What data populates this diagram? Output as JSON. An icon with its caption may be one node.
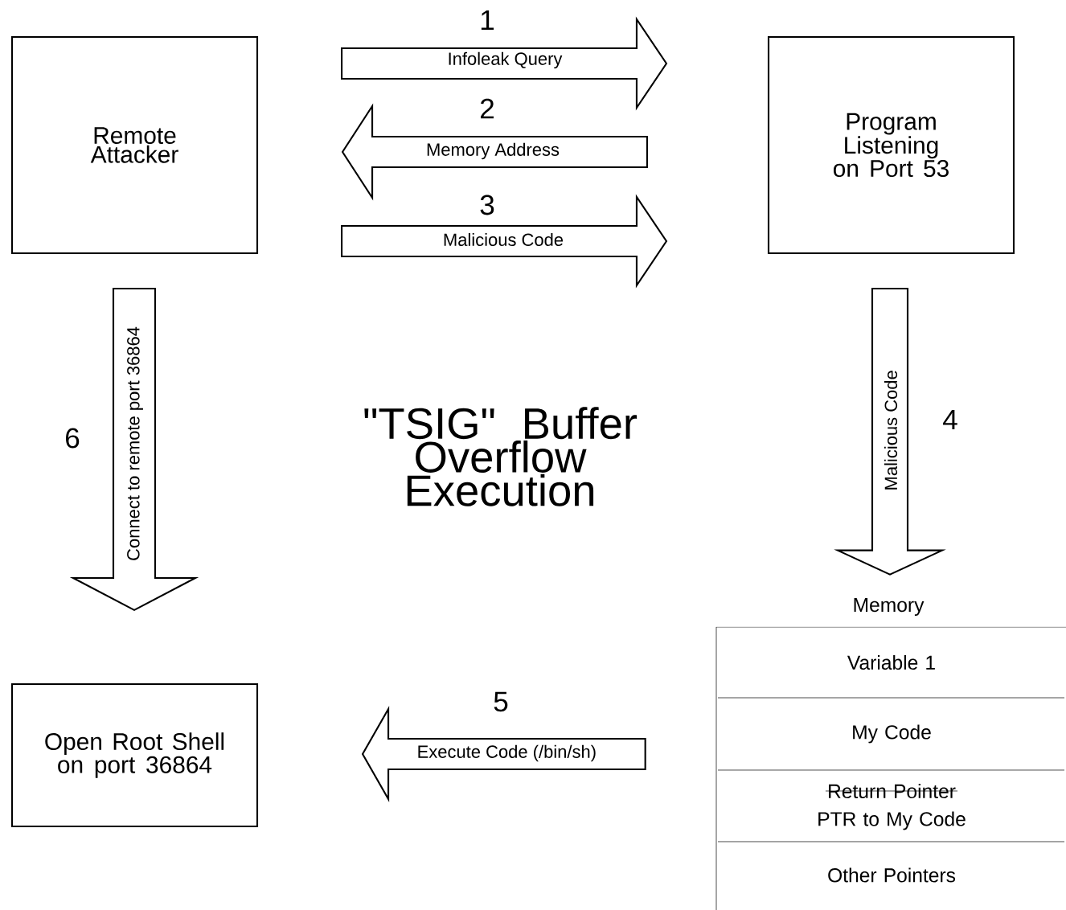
{
  "diagram": {
    "title": "\"TSIG\" Buffer Overflow Execution",
    "nodes": [
      {
        "text": [
          "Remote Attacker"
        ]
      },
      {
        "text": [
          "Program Listening on Port 53"
        ]
      },
      {
        "text": [
          "Memory"
        ]
      },
      {
        "text": [
          "Variable 1"
        ],
        "in": 2
      },
      {
        "text": [
          "My Code"
        ],
        "in": 2
      },
      {
        "text": [
          "Return Pointer",
          "PTR to My Code"
        ],
        "in": 2
      },
      {
        "text": [
          "Other Pointers"
        ],
        "in": 2
      },
      {
        "text": [
          "Open Root Shell on port 36864"
        ]
      }
    ],
    "edges": [
      {
        "from": 0,
        "to": 1,
        "arrow": "to",
        "label": "Infoleak Query"
      },
      {
        "from": 1,
        "to": 0,
        "arrow": "to",
        "label": "Memory Address"
      },
      {
        "from": 0,
        "to": 1,
        "arrow": "to",
        "label": "Malicious Code"
      },
      {
        "from": 1,
        "to": 2,
        "arrow": "to",
        "label": "Malicious Code"
      },
      {
        "from": 2,
        "to": 7,
        "arrow": "to",
        "label": "Execute Code (/bin/sh)"
      },
      {
        "from": 0,
        "to": 7,
        "arrow": "to",
        "label": "Connect to remote port 36864"
      }
    ],
    "labels": [
      "1",
      "2",
      "3",
      "4",
      "5",
      "6"
    ]
  }
}
